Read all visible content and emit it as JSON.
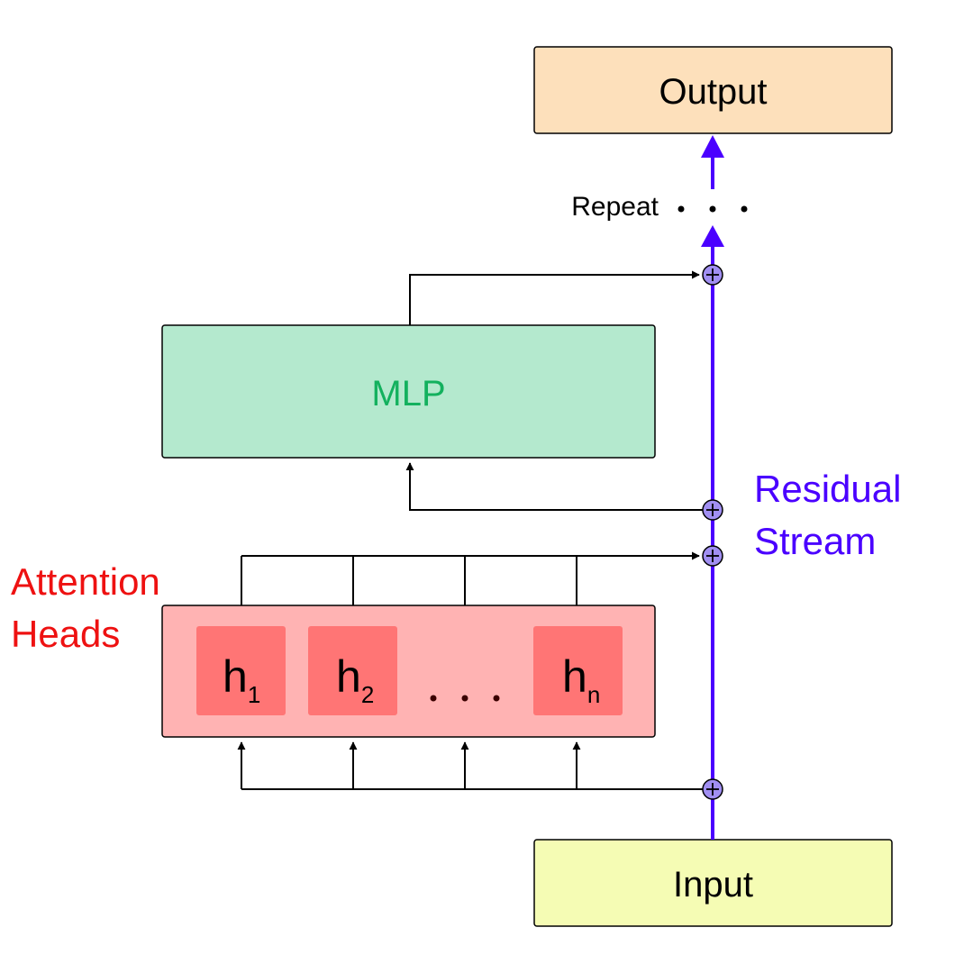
{
  "diagram": {
    "output_label": "Output",
    "input_label": "Input",
    "mlp_label": "MLP",
    "repeat_label": "Repeat",
    "residual_label_line1": "Residual",
    "residual_label_line2": "Stream",
    "attention_label_line1": "Attention",
    "attention_label_line2": "Heads",
    "heads": [
      {
        "base": "h",
        "sub": "1"
      },
      {
        "base": "h",
        "sub": "2"
      },
      {
        "base": "h",
        "sub": "n"
      }
    ]
  },
  "colors": {
    "residual": "#4a00ff",
    "output_fill": "#fde0bb",
    "input_fill": "#f5fcb4",
    "mlp_fill": "#b4e9ce",
    "mlp_text": "#13b15e",
    "attention_fill": "#ffb3b3",
    "head_fill": "#ff7575",
    "attention_text": "#ee1111",
    "adder_fill": "#a18ff2"
  }
}
